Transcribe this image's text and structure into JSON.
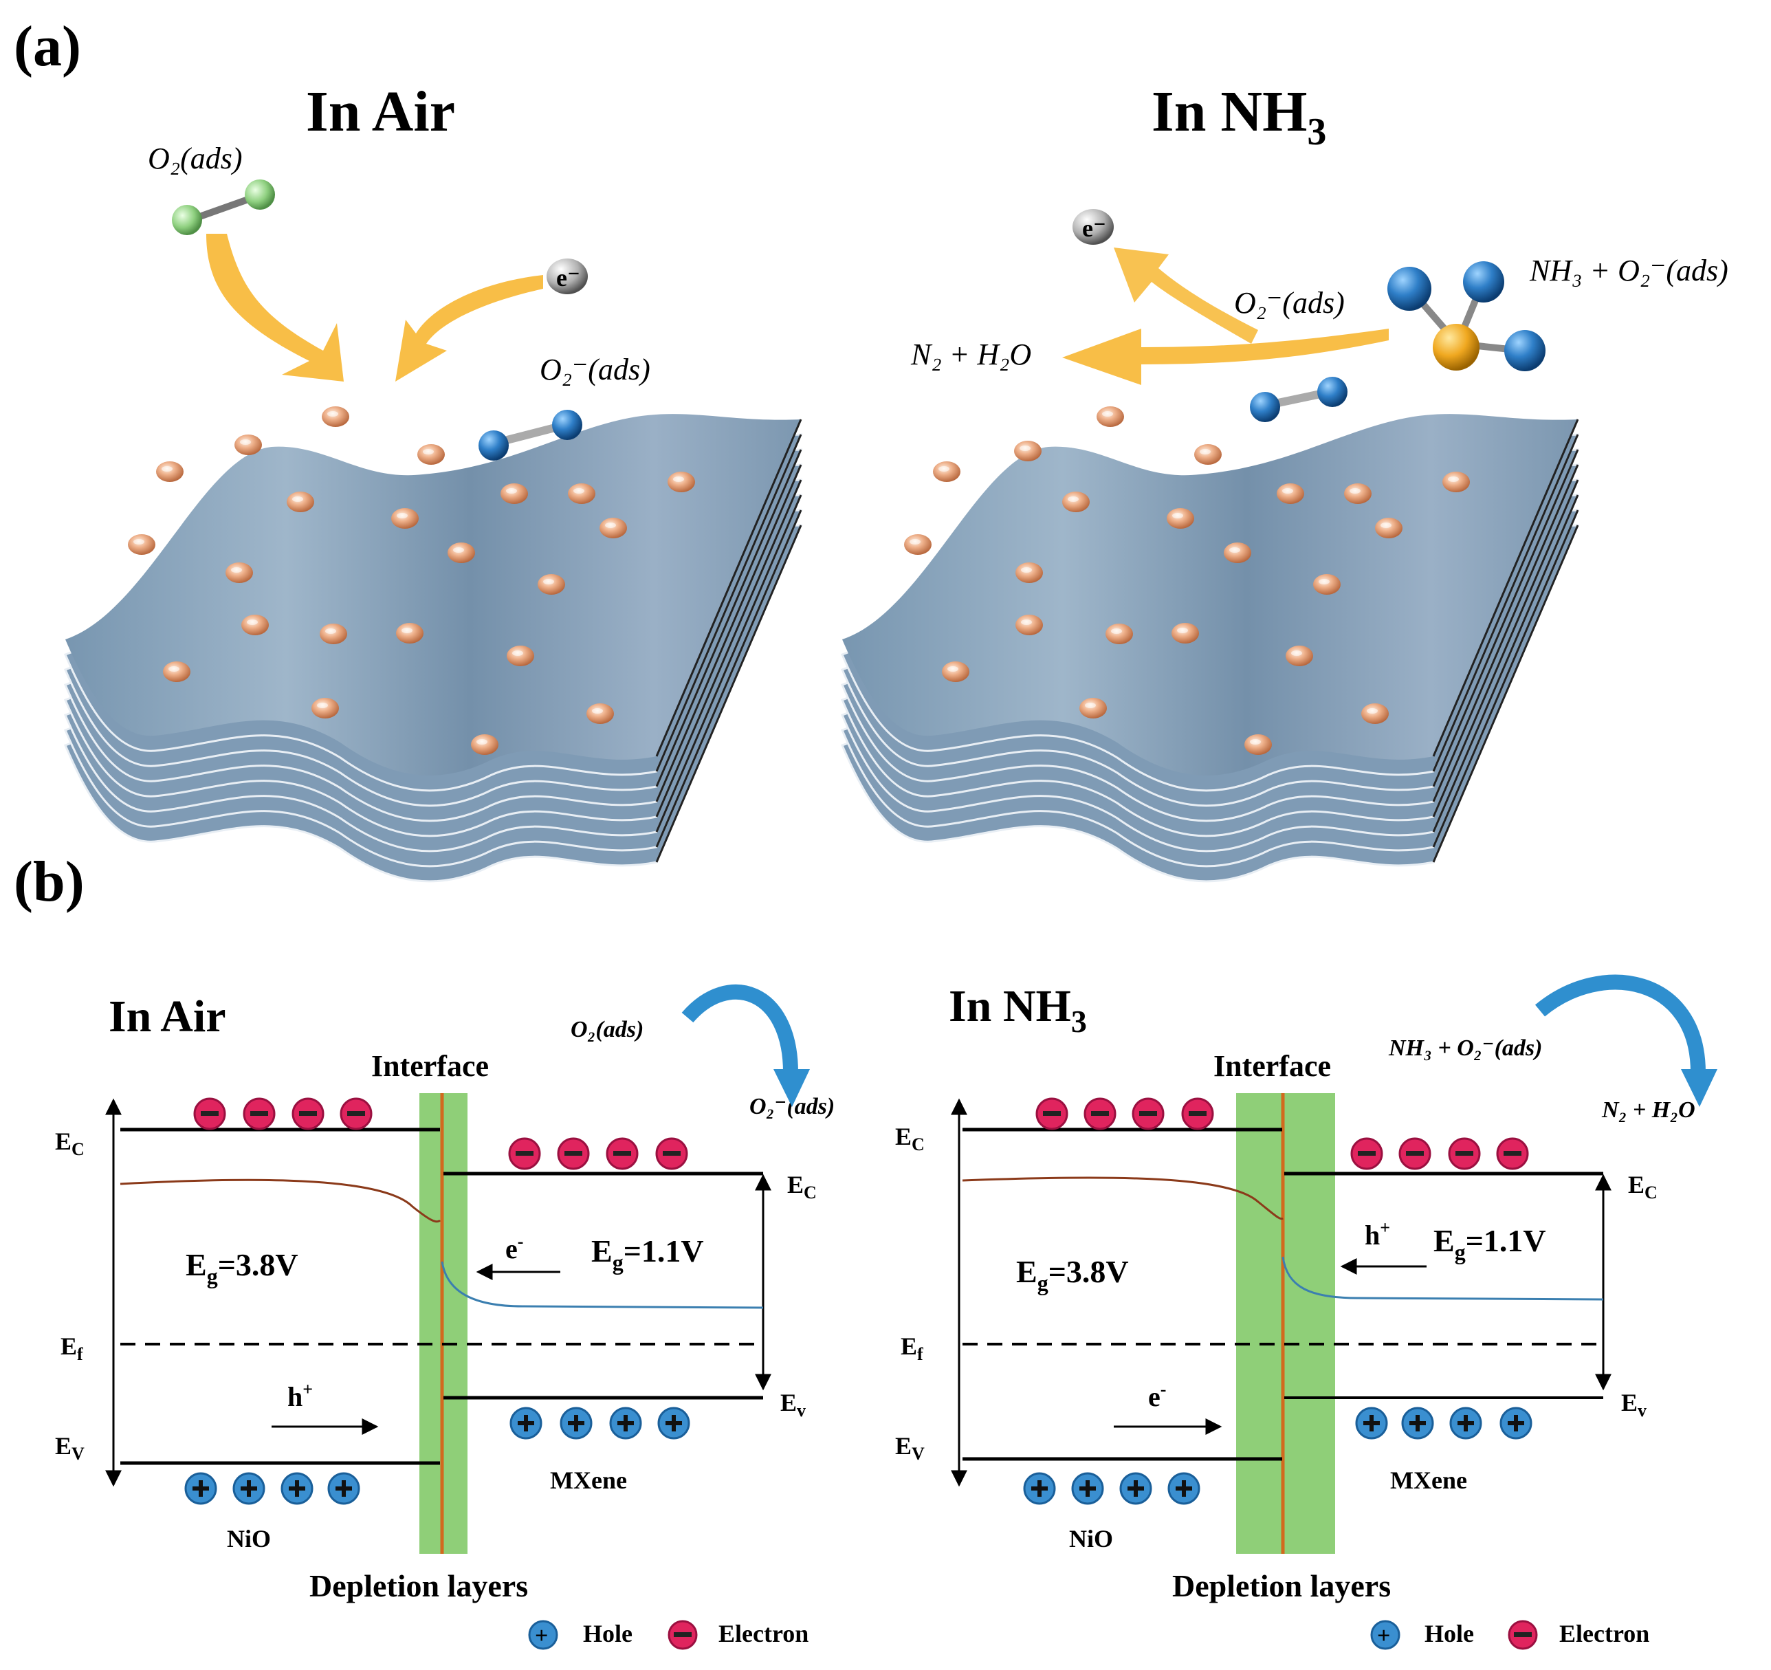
{
  "panel_a": {
    "label": "(a)",
    "left": {
      "title_main": "In Air",
      "o2_label": "O₂(ads)",
      "electron": "e⁻",
      "o2minus_label": "O₂⁻(ads)"
    },
    "right": {
      "title_main": "In NH",
      "title_sub": "3",
      "electron": "e⁻",
      "o2minus_label": "O₂⁻(ads)",
      "nh3_label": "NH₃ + O₂⁻(ads)",
      "product_label": "N₂ + H₂O"
    }
  },
  "panel_b": {
    "label": "(b)",
    "left": {
      "title_main": "In Air",
      "interface": "Interface",
      "gas_in": "O₂(ads)",
      "gas_out": "O₂⁻(ads)",
      "ec_left": "E",
      "ec_left_sub": "C",
      "ev_left": "E",
      "ev_left_sub": "V",
      "ef": "E",
      "ef_sub": "f",
      "ec_right": "E",
      "ec_right_sub": "C",
      "ev_right": "E",
      "ev_right_sub": "v",
      "eg_left": "E",
      "eg_left_sub": "g",
      "eg_left_val": "=3.8V",
      "eg_right": "E",
      "eg_right_sub": "g",
      "eg_right_val": "=1.1V",
      "carrier_top": "e",
      "carrier_top_sup": "-",
      "carrier_bottom": "h",
      "carrier_bottom_sup": "+",
      "left_material": "NiO",
      "right_material": "MXene",
      "depletion": "Depletion layers",
      "legend_hole": "Hole",
      "legend_electron": "Electron"
    },
    "right": {
      "title_main": "In NH",
      "title_sub": "3",
      "interface": "Interface",
      "gas_in": "NH₃ + O₂⁻(ads)",
      "gas_out": "N₂ + H₂O",
      "ec_left": "E",
      "ec_left_sub": "C",
      "ev_left": "E",
      "ev_left_sub": "V",
      "ef": "E",
      "ef_sub": "f",
      "ec_right": "E",
      "ec_right_sub": "C",
      "ev_right": "E",
      "ev_right_sub": "v",
      "eg_left": "E",
      "eg_left_sub": "g",
      "eg_left_val": "=3.8V",
      "eg_right": "E",
      "eg_right_sub": "g",
      "eg_right_val": "=1.1V",
      "carrier_top": "h",
      "carrier_top_sup": "+",
      "carrier_bottom": "e",
      "carrier_bottom_sup": "-",
      "left_material": "NiO",
      "right_material": "MXene",
      "depletion": "Depletion layers",
      "legend_hole": "Hole",
      "legend_electron": "Electron"
    }
  },
  "colors": {
    "sheet": "#7f9bb5",
    "sheet_edge": "#5e7890",
    "particle": "#e8a57c",
    "arrow_orange": "#f7b733",
    "depletion": "#8fcf78",
    "interface_line": "#d2691e",
    "electron": "#e0245e",
    "hole": "#3a8fd0",
    "curve_blue": "#3b7fb0",
    "curve_brown": "#8b3a1a",
    "curve_arrow": "#2f8fcf"
  },
  "icons": [
    "oxygen-molecule-icon",
    "electron-icon",
    "ammonia-molecule-icon",
    "hole-icon",
    "electron-charge-icon"
  ]
}
